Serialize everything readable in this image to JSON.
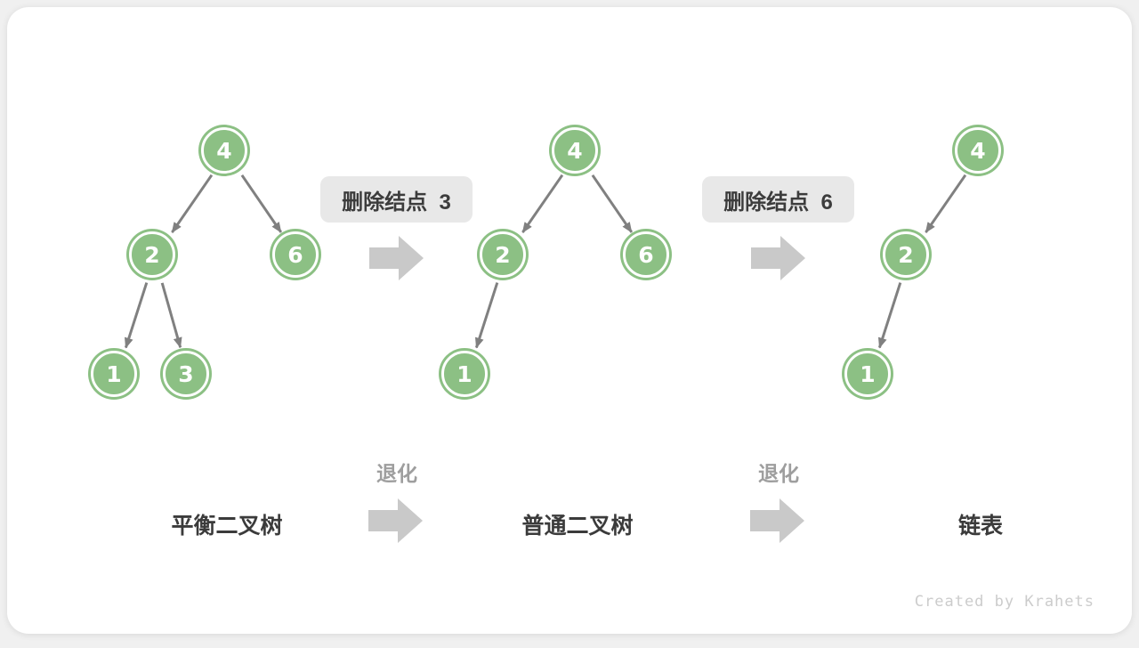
{
  "trees": [
    {
      "name": "平衡二叉树",
      "nodes": [
        "4",
        "2",
        "6",
        "1",
        "3"
      ],
      "edges": [
        [
          "4",
          "2"
        ],
        [
          "4",
          "6"
        ],
        [
          "2",
          "1"
        ],
        [
          "2",
          "3"
        ]
      ]
    },
    {
      "name": "普通二叉树",
      "nodes": [
        "4",
        "2",
        "6",
        "1"
      ],
      "edges": [
        [
          "4",
          "2"
        ],
        [
          "4",
          "6"
        ],
        [
          "2",
          "1"
        ]
      ]
    },
    {
      "name": "链表",
      "nodes": [
        "4",
        "2",
        "1"
      ],
      "edges": [
        [
          "4",
          "2"
        ],
        [
          "2",
          "1"
        ]
      ]
    }
  ],
  "transitions": [
    {
      "label": "删除结点  3",
      "degrade_label": "退化"
    },
    {
      "label": "删除结点  6",
      "degrade_label": "退化"
    }
  ],
  "watermark": "Created by Krahets",
  "colors": {
    "page_bg": "#F0F0F0",
    "node_fill": "#8CC084",
    "edge": "#808080",
    "label_bg": "#E8E8E8",
    "label_text": "#3C3C3C",
    "block_arrow": "#C9C9C9",
    "muted_text": "#9E9E9E",
    "dark_text": "#3B3B3B",
    "watermark": "#CCCCCC"
  }
}
